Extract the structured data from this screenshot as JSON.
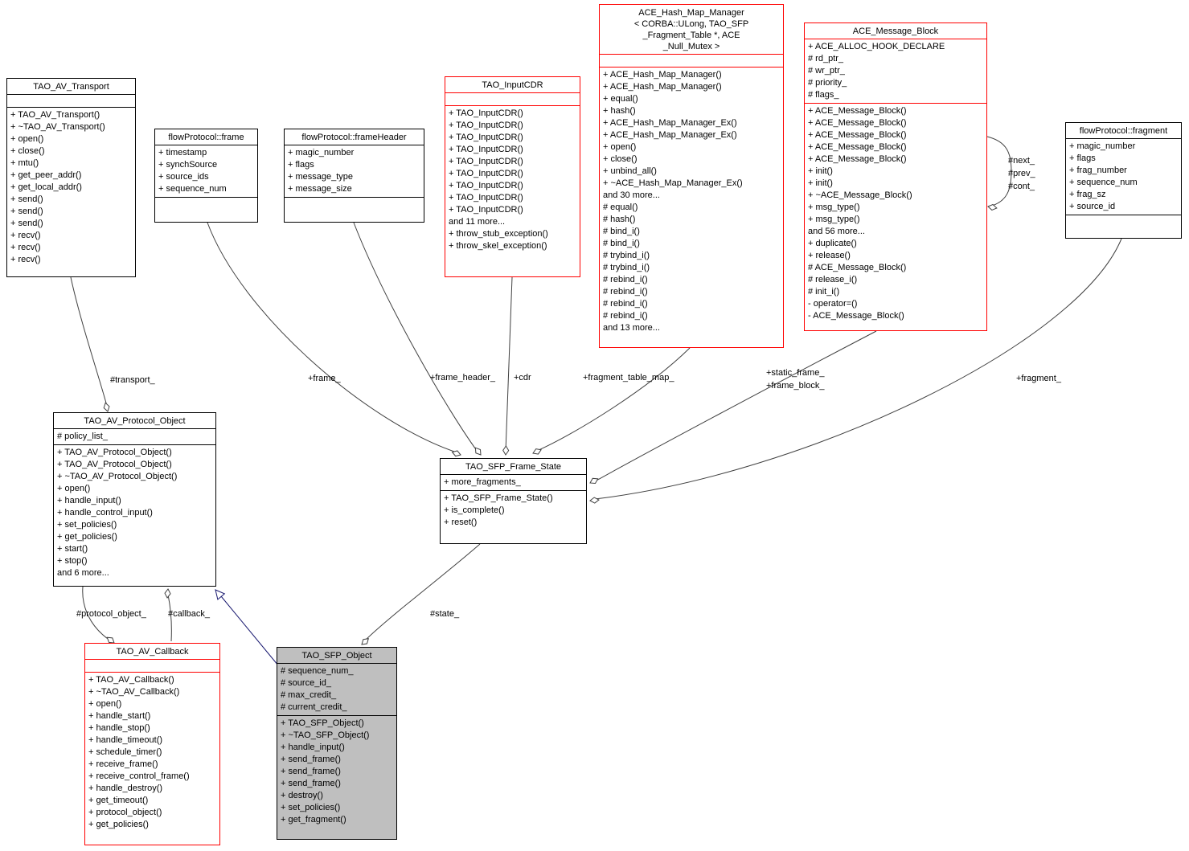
{
  "colors": {
    "box_border": "#000000",
    "incomplete_border": "#ff0000",
    "selected_fill": "#bfbfbf",
    "edge": "#404040",
    "inheritance_edge": "#191970"
  },
  "classes": {
    "tao_av_transport": {
      "title": "TAO_AV_Transport",
      "attributes": [],
      "methods": [
        "+ TAO_AV_Transport()",
        "+ ~TAO_AV_Transport()",
        "+ open()",
        "+ close()",
        "+ mtu()",
        "+ get_peer_addr()",
        "+ get_local_addr()",
        "+ send()",
        "+ send()",
        "+ send()",
        "+ recv()",
        "+ recv()",
        "+ recv()"
      ]
    },
    "flowprotocol_frame": {
      "title": "flowProtocol::frame",
      "attributes": [
        "+ timestamp",
        "+ synchSource",
        "+ source_ids",
        "+ sequence_num"
      ],
      "methods": []
    },
    "flowprotocol_frameheader": {
      "title": "flowProtocol::frameHeader",
      "attributes": [
        "+ magic_number",
        "+ flags",
        "+ message_type",
        "+ message_size"
      ],
      "methods": []
    },
    "tao_inputcdr": {
      "title": "TAO_InputCDR",
      "attributes": [],
      "methods": [
        "+ TAO_InputCDR()",
        "+ TAO_InputCDR()",
        "+ TAO_InputCDR()",
        "+ TAO_InputCDR()",
        "+ TAO_InputCDR()",
        "+ TAO_InputCDR()",
        "+ TAO_InputCDR()",
        "+ TAO_InputCDR()",
        "+ TAO_InputCDR()",
        "and 11 more...",
        "+ throw_stub_exception()",
        "+ throw_skel_exception()"
      ]
    },
    "ace_hash_map_manager": {
      "title": "ACE_Hash_Map_Manager\n< CORBA::ULong, TAO_SFP\n_Fragment_Table *, ACE\n_Null_Mutex >",
      "attributes": [],
      "methods": [
        "+ ACE_Hash_Map_Manager()",
        "+ ACE_Hash_Map_Manager()",
        "+ equal()",
        "+ hash()",
        "+ ACE_Hash_Map_Manager_Ex()",
        "+ ACE_Hash_Map_Manager_Ex()",
        "+ open()",
        "+ close()",
        "+ unbind_all()",
        "+ ~ACE_Hash_Map_Manager_Ex()",
        "and 30 more...",
        "# equal()",
        "# hash()",
        "# bind_i()",
        "# bind_i()",
        "# trybind_i()",
        "# trybind_i()",
        "# rebind_i()",
        "# rebind_i()",
        "# rebind_i()",
        "# rebind_i()",
        "and 13 more..."
      ]
    },
    "ace_message_block": {
      "title": "ACE_Message_Block",
      "attributes": [
        "+ ACE_ALLOC_HOOK_DECLARE",
        "# rd_ptr_",
        "# wr_ptr_",
        "# priority_",
        "# flags_"
      ],
      "methods": [
        "+ ACE_Message_Block()",
        "+ ACE_Message_Block()",
        "+ ACE_Message_Block()",
        "+ ACE_Message_Block()",
        "+ ACE_Message_Block()",
        "+ init()",
        "+ init()",
        "+ ~ACE_Message_Block()",
        "+ msg_type()",
        "+ msg_type()",
        "and 56 more...",
        "+ duplicate()",
        "+ release()",
        "# ACE_Message_Block()",
        "# release_i()",
        "# init_i()",
        "- operator=()",
        "- ACE_Message_Block()"
      ]
    },
    "flowprotocol_fragment": {
      "title": "flowProtocol::fragment",
      "attributes": [
        "+ magic_number",
        "+ flags",
        "+ frag_number",
        "+ sequence_num",
        "+ frag_sz",
        "+ source_id"
      ],
      "methods": []
    },
    "tao_av_protocol_object": {
      "title": "TAO_AV_Protocol_Object",
      "attributes": [
        "# policy_list_"
      ],
      "methods": [
        "+ TAO_AV_Protocol_Object()",
        "+ TAO_AV_Protocol_Object()",
        "+ ~TAO_AV_Protocol_Object()",
        "+ open()",
        "+ handle_input()",
        "+ handle_control_input()",
        "+ set_policies()",
        "+ get_policies()",
        "+ start()",
        "+ stop()",
        "and 6 more..."
      ]
    },
    "tao_sfp_frame_state": {
      "title": "TAO_SFP_Frame_State",
      "attributes": [
        "+ more_fragments_"
      ],
      "methods": [
        "+ TAO_SFP_Frame_State()",
        "+ is_complete()",
        "+ reset()"
      ]
    },
    "tao_av_callback": {
      "title": "TAO_AV_Callback",
      "attributes": [],
      "methods": [
        "+ TAO_AV_Callback()",
        "+ ~TAO_AV_Callback()",
        "+ open()",
        "+ handle_start()",
        "+ handle_stop()",
        "+ handle_timeout()",
        "+ schedule_timer()",
        "+ receive_frame()",
        "+ receive_control_frame()",
        "+ handle_destroy()",
        "+ get_timeout()",
        "+ protocol_object()",
        "+ get_policies()"
      ]
    },
    "tao_sfp_object": {
      "title": "TAO_SFP_Object",
      "attributes": [
        "# sequence_num_",
        "# source_id_",
        "# max_credit_",
        "# current_credit_"
      ],
      "methods": [
        "+ TAO_SFP_Object()",
        "+ ~TAO_SFP_Object()",
        "+ handle_input()",
        "+ send_frame()",
        "+ send_frame()",
        "+ send_frame()",
        "+ destroy()",
        "+ set_policies()",
        "+ get_fragment()"
      ]
    }
  },
  "edge_labels": {
    "transport": "#transport_",
    "frame": "+frame_",
    "frame_header": "+frame_header_",
    "cdr": "+cdr",
    "fragment_table_map": "+fragment_table_map_",
    "static_frame": "+static_frame_\n+frame_block_",
    "next_prev_cont": "#next_\n#prev_\n#cont_",
    "fragment": "+fragment_",
    "protocol_object": "#protocol_object_",
    "callback": "#callback_",
    "state": "#state_"
  }
}
